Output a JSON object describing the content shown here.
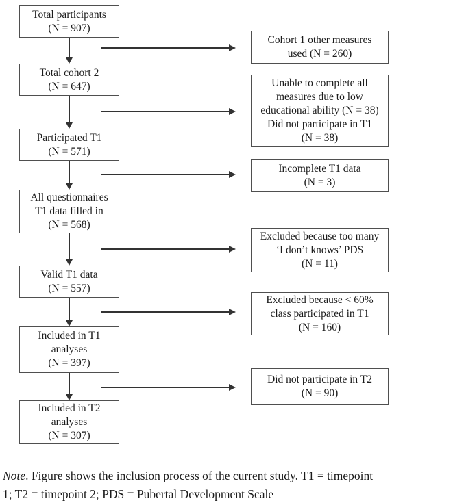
{
  "figure": {
    "type": "flowchart",
    "description_role": "participant inclusion flow diagram"
  },
  "flow": {
    "main": [
      {
        "name": "total-participants",
        "lines": [
          "Total participants",
          "(N = 907)"
        ]
      },
      {
        "name": "total-cohort-2",
        "lines": [
          "Total cohort 2",
          "(N = 647)"
        ]
      },
      {
        "name": "participated-t1",
        "lines": [
          "Participated T1",
          "(N = 571)"
        ]
      },
      {
        "name": "all-questionnaires-t1",
        "lines": [
          "All questionnaires",
          "T1 data filled in",
          "(N = 568)"
        ]
      },
      {
        "name": "valid-t1-data",
        "lines": [
          "Valid T1 data",
          "(N = 557)"
        ]
      },
      {
        "name": "included-t1-analyses",
        "lines": [
          "Included in T1",
          "analyses",
          "(N = 397)"
        ]
      },
      {
        "name": "included-t2-analyses",
        "lines": [
          "Included in T2",
          "analyses",
          "(N = 307)"
        ]
      }
    ],
    "exclusions": [
      {
        "name": "cohort-1-other-measures",
        "lines": [
          "Cohort 1 other measures",
          "used (N = 260)"
        ]
      },
      {
        "name": "unable-low-educational-ability",
        "lines": [
          "Unable to complete all",
          "measures due to low",
          "educational ability (N = 38)",
          "Did not participate in T1",
          "(N = 38)"
        ]
      },
      {
        "name": "incomplete-t1-data",
        "lines": [
          "Incomplete T1 data",
          "(N = 3)"
        ]
      },
      {
        "name": "too-many-i-dont-knows-pds",
        "lines": [
          "Excluded because too many",
          "‘I don’t knows’ PDS",
          "(N = 11)"
        ]
      },
      {
        "name": "less-than-60-percent-class",
        "lines": [
          "Excluded because < 60%",
          "class participated in T1",
          "(N = 160)"
        ]
      },
      {
        "name": "did-not-participate-t2",
        "lines": [
          "Did not participate in T2",
          "(N = 90)"
        ]
      }
    ]
  },
  "note": {
    "prefix": "Note",
    "line1": ". Figure shows the inclusion process of the current study. T1 = timepoint",
    "line2": "1; T2 = timepoint 2; PDS = Pubertal Development Scale"
  },
  "colors": {
    "background": "#ffffff",
    "box_border": "#4f4f4f",
    "arrow": "#333333",
    "text": "#1b1b1b"
  }
}
